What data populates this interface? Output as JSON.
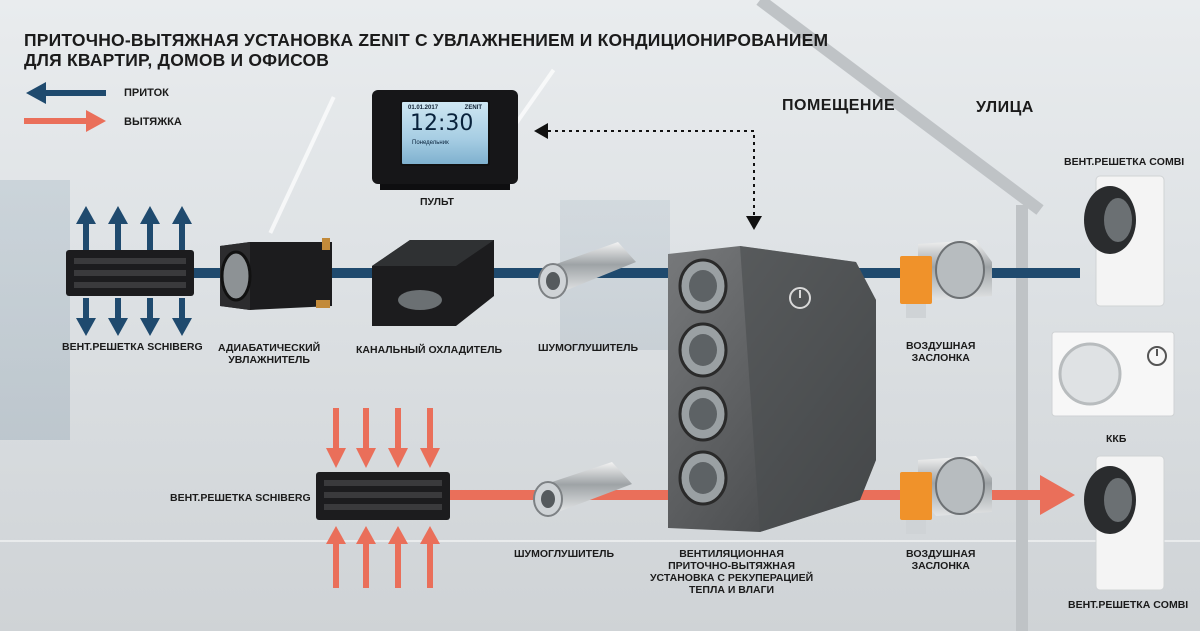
{
  "title": {
    "line1": "ПРИТОЧНО-ВЫТЯЖНАЯ УСТАНОВКА ZENIT С УВЛАЖНЕНИЕМ И КОНДИЦИОНИРОВАНИЕМ",
    "line2": "ДЛЯ КВАРТИР, ДОМОВ И ОФИСОВ"
  },
  "legend": {
    "supply": "ПРИТОК",
    "exhaust": "ВЫТЯЖКА"
  },
  "zones": {
    "room": "ПОМЕЩЕНИЕ",
    "street": "УЛИЦА"
  },
  "panel": {
    "label": "ПУЛЬТ",
    "date": "01.01.2017",
    "brand": "ZENIT",
    "time": "12:30",
    "day": "Понедельник"
  },
  "labels": {
    "grille_top": "ВЕНТ.РЕШЕТКА SCHIBERG",
    "humidifier": "АДИАБАТИЧЕСКИЙ\nУВЛАЖНИТЕЛЬ",
    "cooler": "КАНАЛЬНЫЙ ОХЛАДИТЕЛЬ",
    "silencer_top": "ШУМОГЛУШИТЕЛЬ",
    "damper_top": "ВОЗДУШНАЯ\nЗАСЛОНКА",
    "combi_top": "ВЕНТ.РЕШЕТКА COMBI",
    "kkb": "ККБ",
    "grille_bottom": "ВЕНТ.РЕШЕТКА SCHIBERG",
    "silencer_bottom": "ШУМОГЛУШИТЕЛЬ",
    "unit": "ВЕНТИЛЯЦИОННАЯ\nПРИТОЧНО-ВЫТЯЖНАЯ\nУСТАНОВКА С РЕКУПЕРАЦИЕЙ\nТЕПЛА И ВЛАГИ",
    "damper_bottom": "ВОЗДУШНАЯ\nЗАСЛОНКА",
    "combi_bottom": "ВЕНТ.РЕШЕТКА COMBI"
  },
  "colors": {
    "supply": "#1f4a6e",
    "exhaust": "#ea6f5a",
    "device_dark": "#1c1c1e",
    "damper_actuator": "#f0922a"
  }
}
